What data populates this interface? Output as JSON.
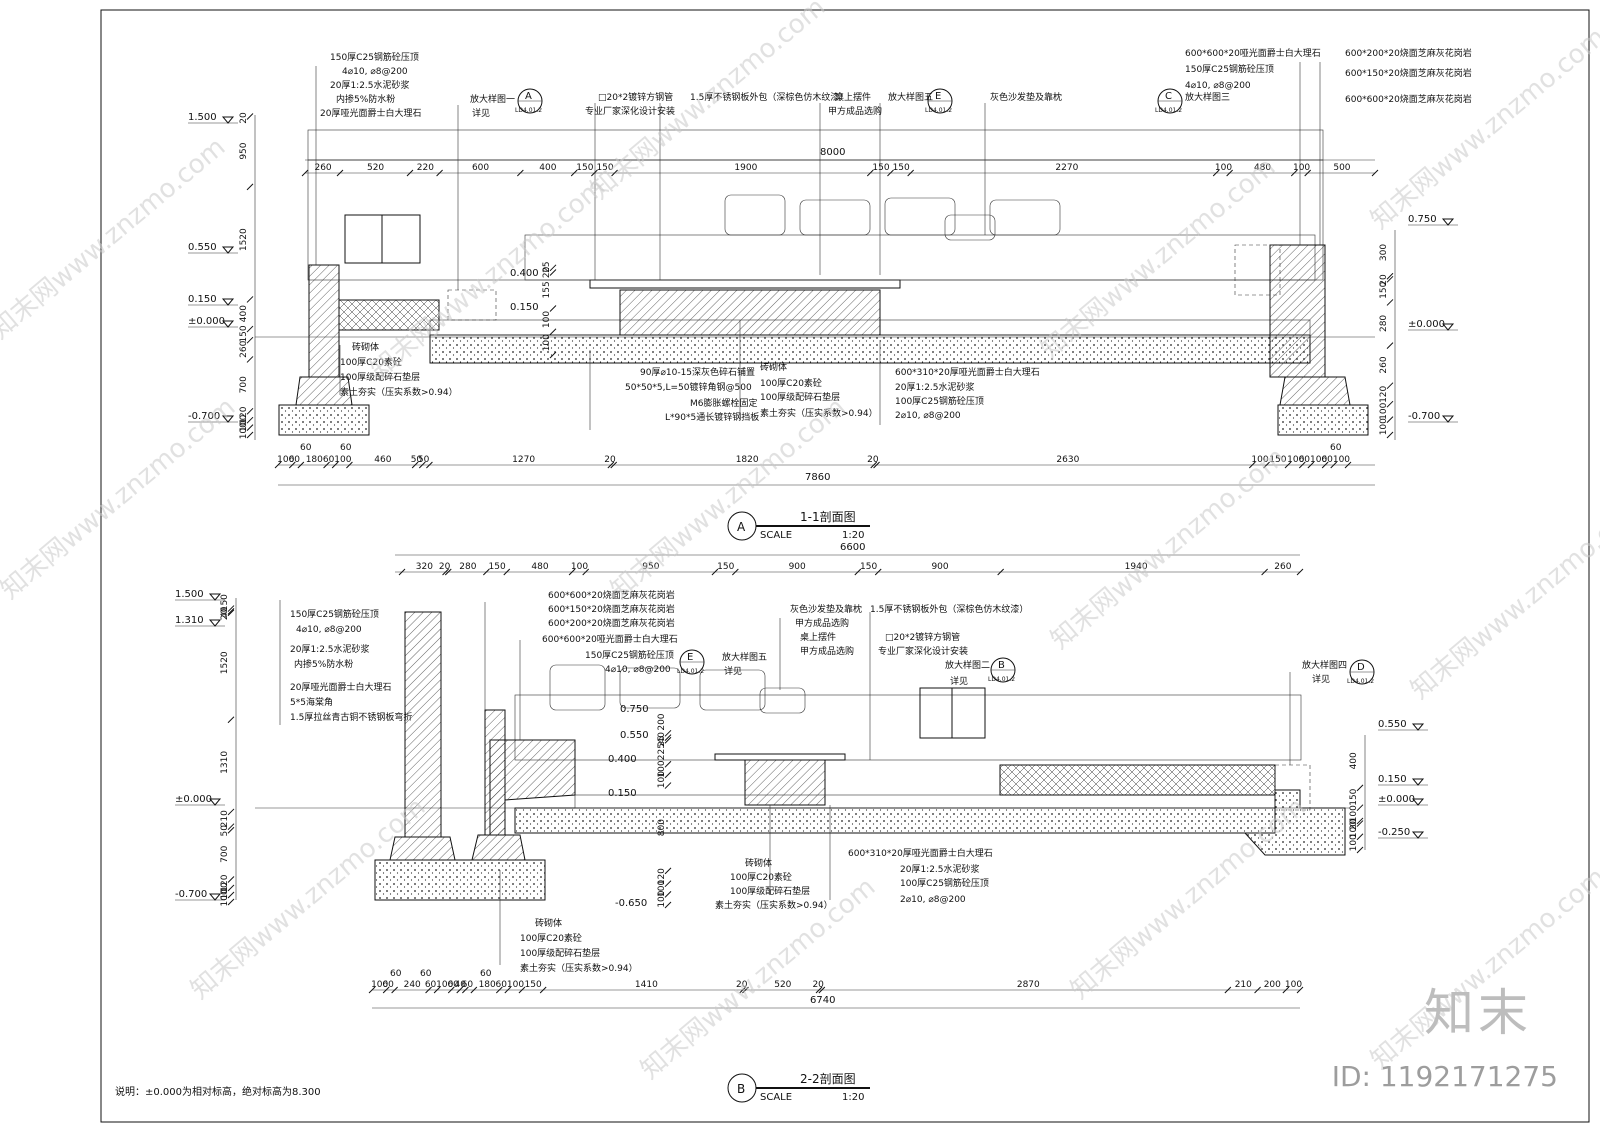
{
  "section_a": {
    "marker": "A",
    "title": "1-1剖面图",
    "scale_label": "SCALE",
    "scale": "1:20",
    "top_dims": [
      "260",
      "520",
      "220",
      "600",
      "400",
      "150",
      "150",
      "1900",
      "150",
      "150",
      "2270",
      "100",
      "480",
      "100",
      "500"
    ],
    "overall_top": "8000",
    "bottom_dims": [
      "100",
      "60",
      "180",
      "60",
      "100",
      "460",
      "50",
      "50",
      "1270",
      "20",
      "1820",
      "20",
      "2630",
      "100",
      "150",
      "100",
      "60",
      "100",
      "60",
      "100"
    ],
    "bottom_small": [
      "60",
      "60",
      "60"
    ],
    "overall_bottom": "7860",
    "left_levels": [
      "1.500",
      "0.550",
      "0.150",
      "±0.000",
      "-0.700"
    ],
    "left_dims": [
      "20",
      "950",
      "1520",
      "400",
      "150",
      "260",
      "700",
      "120",
      "100",
      "100"
    ],
    "right_levels": [
      "0.750",
      "±0.000",
      "-0.700"
    ],
    "right_dims": [
      "300",
      "20",
      "150",
      "280",
      "260",
      "120",
      "100",
      "100"
    ],
    "inner_levels": [
      "0.400",
      "0.150"
    ],
    "inner_dims": [
      "25",
      "20",
      "155",
      "100",
      "100"
    ],
    "top_notes": [
      "150厚C25钢筋砼压顶",
      "4⌀10, ⌀8@200",
      "20厚1:2.5水泥砂浆",
      "内掺5%防水粉",
      "20厚哑光面爵士白大理石",
      "放大样图一",
      "详见",
      "□20*2镀锌方钢管",
      "专业厂家深化设计安装",
      "1.5厚不锈钢板外包（深棕色仿木纹漆）",
      "桌上摆件",
      "甲方成品选购",
      "放大样图五",
      "灰色沙发垫及靠枕",
      "放大样图三",
      "600*600*20哑光面爵士白大理石",
      "150厚C25钢筋砼压顶",
      "4⌀10, ⌀8@200",
      "600*200*20烧面芝麻灰花岗岩",
      "600*150*20烧面芝麻灰花岗岩",
      "600*600*20烧面芝麻灰花岗岩"
    ],
    "bottom_notes": [
      "砖砌体",
      "100厚C20素砼",
      "100厚级配碎石垫层",
      "素土夯实（压实系数>0.94）",
      "90厚⌀10-15深灰色碎石铺置",
      "50*50*5,L=50镀锌角钢@500",
      "M6膨胀螺栓固定",
      "L*90*5通长镀锌钢挡板",
      "600*310*20厚哑光面爵士白大理石",
      "20厚1:2.5水泥砂浆",
      "100厚C25钢筋砼压顶",
      "2⌀10, ⌀8@200"
    ],
    "detail_refs": [
      {
        "letter": "A",
        "sheet": "LD4.01.2"
      },
      {
        "letter": "E",
        "sheet": "LD4.01.2"
      },
      {
        "letter": "C",
        "sheet": "LD4.01.2"
      }
    ]
  },
  "section_b": {
    "marker": "B",
    "title": "2-2剖面图",
    "scale_label": "SCALE",
    "scale": "1:20",
    "top_dims": [
      "320",
      "20",
      "280",
      "150",
      "480",
      "100",
      "950",
      "150",
      "900",
      "150",
      "900",
      "1940",
      "260"
    ],
    "overall_top": "6600",
    "bottom_dims": [
      "100",
      "60",
      "240",
      "60",
      "100",
      "60",
      "40",
      "60",
      "180",
      "60",
      "100",
      "150",
      "1410",
      "20",
      "520",
      "20",
      "2870",
      "210",
      "200",
      "100"
    ],
    "bottom_small": [
      "60",
      "60",
      "60"
    ],
    "overall_bottom": "6740",
    "left_levels": [
      "1.500",
      "1.310",
      "±0.000",
      "-0.700"
    ],
    "left_dims": [
      "150",
      "40",
      "20",
      "1520",
      "1310",
      "210",
      "50",
      "700",
      "120",
      "100",
      "100"
    ],
    "right_levels": [
      "0.550",
      "0.150",
      "±0.000",
      "-0.250"
    ],
    "right_dims": [
      "400",
      "150",
      "100",
      "20",
      "100",
      "100"
    ],
    "inner_levels": [
      "0.750",
      "0.550",
      "0.400",
      "0.150",
      "-0.650"
    ],
    "inner_dims": [
      "200",
      "40",
      "25",
      "225",
      "100",
      "100",
      "800",
      "120",
      "100",
      "100"
    ],
    "top_notes": [
      "150厚C25钢筋砼压顶",
      "4⌀10, ⌀8@200",
      "20厚1:2.5水泥砂浆",
      "内掺5%防水粉",
      "20厚哑光面爵士白大理石",
      "5*5海棠角",
      "1.5厚拉丝青古铜不锈钢板弯折",
      "600*600*20烧面芝麻灰花岗岩",
      "600*150*20烧面芝麻灰花岗岩",
      "600*200*20烧面芝麻灰花岗岩",
      "600*600*20哑光面爵士白大理石",
      "150厚C25钢筋砼压顶",
      "4⌀10, ⌀8@200",
      "放大样图五",
      "详见",
      "灰色沙发垫及靠枕",
      "甲方成品选购",
      "桌上摆件",
      "甲方成品选购",
      "1.5厚不锈钢板外包（深棕色仿木纹漆）",
      "□20*2镀锌方钢管",
      "专业厂家深化设计安装",
      "放大样图二",
      "详见",
      "放大样图四",
      "详见"
    ],
    "bottom_notes": [
      "砖砌体",
      "100厚C20素砼",
      "100厚级配碎石垫层",
      "素土夯实（压实系数>0.94）",
      "砖砌体",
      "100厚C20素砼",
      "100厚级配碎石垫层",
      "素土夯实（压实系数>0.94）",
      "600*310*20厚哑光面爵士白大理石",
      "20厚1:2.5水泥砂浆",
      "100厚C25钢筋砼压顶",
      "2⌀10, ⌀8@200"
    ],
    "detail_refs": [
      {
        "letter": "E",
        "sheet": "LD4.01.2"
      },
      {
        "letter": "B",
        "sheet": "LD4.01.2"
      },
      {
        "letter": "D",
        "sheet": "LD4.01.2"
      }
    ]
  },
  "note": "说明：±0.000为相对标高，绝对标高为8.300",
  "watermark": "知末网www.znzmo.com",
  "brand": "知末",
  "image_id": "ID: 1192171275"
}
